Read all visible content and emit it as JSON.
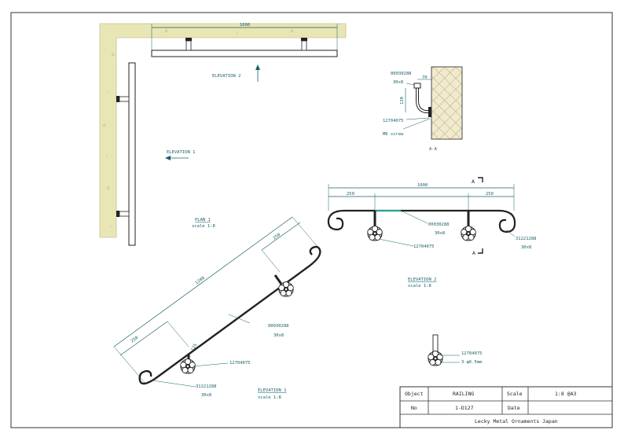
{
  "colors": {
    "dimension": "#1a5f66",
    "outline": "#222222",
    "concrete": "#e8e6b4",
    "wall_hatch": "#f0ead0",
    "leader_highlight": "#1fa89a"
  },
  "plan_view": {
    "length": "1000",
    "elevation2_tag": "ELEVATION 2",
    "elevation1_tag": "ELEVATION 1",
    "title": "PLAN 1",
    "scale": "scale 1:8"
  },
  "section_aa": {
    "part_top": "00030288",
    "part_top_size": "30x8",
    "offset": "70",
    "height": "120",
    "part_bracket": "12704075",
    "screw": "M6 screw",
    "title": "A-A"
  },
  "elevation2": {
    "total": "1000",
    "left_offset": "250",
    "right_offset": "250",
    "section_mark_top": "A",
    "section_mark_bottom": "A",
    "rail_part": "00030288",
    "rail_size": "30x8",
    "bracket_part": "12704075",
    "scroll_part": "31221288",
    "scroll_size": "30x8",
    "title": "ELEVATION 2",
    "scale": "scale 1:8"
  },
  "elevation1": {
    "total": "1200",
    "top_offset": "250",
    "bottom_offset": "250",
    "post": "125",
    "rail_part": "00030288",
    "rail_size": "30x8",
    "bracket_part": "12704075",
    "scroll_part": "31221288",
    "scroll_size": "30x8",
    "title": "ELEVATION 1",
    "scale": "scale 1:8"
  },
  "detail": {
    "part": "12704075",
    "holes": "3-φ6.5mm"
  },
  "title_block": {
    "object_label": "Object",
    "object_value": "RAILING",
    "scale_label": "Scale",
    "scale_value": "1:8 @A3",
    "no_label": "No",
    "no_value": "1-D127",
    "date_label": "Date",
    "date_value": "",
    "company": "Lecky Metal Ornaments Japan"
  }
}
